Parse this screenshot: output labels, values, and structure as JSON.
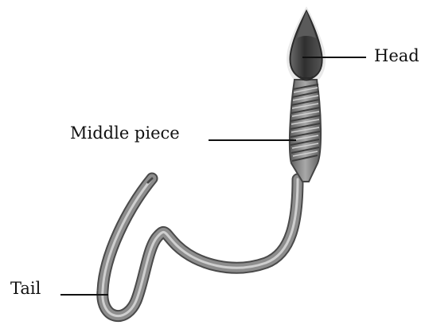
{
  "labels": {
    "head": "Head",
    "middle_piece": "Middle piece",
    "tail": "Tail"
  },
  "colors": {
    "background": "#ffffff",
    "outline": "#4a4a4a",
    "tail_fill": "#8d8d8d",
    "tail_highlight": "#cfcfcf",
    "midpiece_fill": "#7f7f7f",
    "head_fill": "#3a3a3a",
    "leader_line": "#111111"
  }
}
